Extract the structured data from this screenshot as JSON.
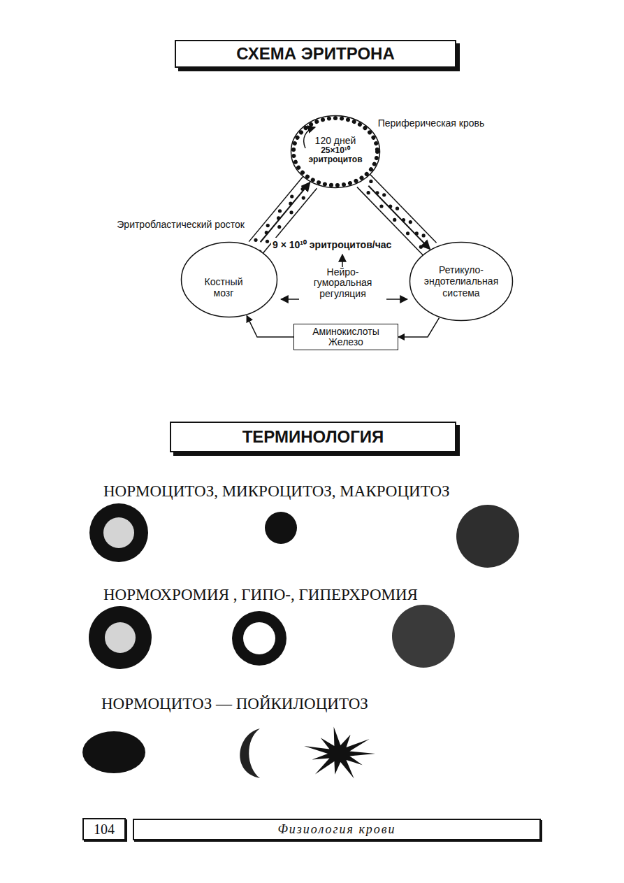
{
  "diagram": {
    "title": "СХЕМА ЭРИТРОНА",
    "nodes": [
      {
        "text": [
          "Периферическая кровь",
          "120 дней",
          "25×10¹⁰ эритроцитов"
        ]
      },
      {
        "text": [
          "Костный мозг"
        ]
      },
      {
        "text": [
          "Ретикуло- эндотелиальная система"
        ]
      },
      {
        "text": [
          "Аминокислоты Железо"
        ]
      },
      {
        "text": [
          "ТЕРМИНОЛОГИЯ"
        ]
      },
      {
        "text": [
          "104"
        ]
      },
      {
        "text": [
          "Физиология крови"
        ]
      }
    ],
    "edges": [
      {
        "from": 1,
        "to": 0,
        "arrow": "to"
      },
      {
        "from": 0,
        "to": 2,
        "arrow": "to"
      },
      {
        "from": 2,
        "to": 3,
        "arrow": "to"
      },
      {
        "from": 3,
        "to": 1,
        "arrow": "to"
      }
    ],
    "labels": [
      "Эритробластический росток",
      "9 × 10¹⁰ эритроцитов/час",
      "Нейро- гуморальная регуляция",
      "НОРМОЦИТОЗ, МИКРОЦИТОЗ, МАКРОЦИТОЗ",
      "НОРМОХРОМИЯ , ГИПО-, ГИПЕРХРОМИЯ",
      "НОРМОЦИТОЗ — ПОЙКИЛОЦИТОЗ"
    ]
  }
}
